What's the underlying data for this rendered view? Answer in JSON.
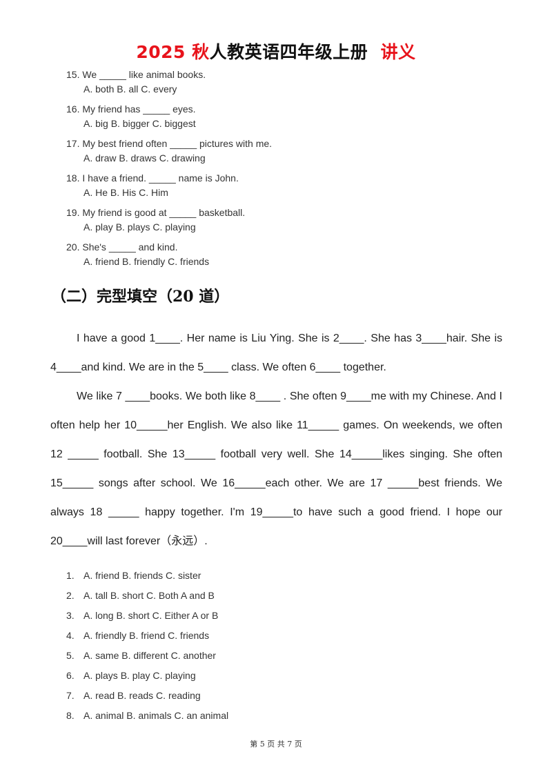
{
  "title": {
    "part1": "2025 秋",
    "part2": "人教英语四年级上册",
    "part3": "讲义"
  },
  "questions": [
    {
      "q": "15. We _____ like animal books.",
      "opts": "A. both B. all C. every"
    },
    {
      "q": "16. My friend has _____ eyes.",
      "opts": "A. big B. bigger C. biggest"
    },
    {
      "q": "17. My best friend often _____ pictures with me.",
      "opts": "A. draw B. draws C. drawing"
    },
    {
      "q": "18. I have a friend. _____ name is John.",
      "opts": "A. He B. His C. Him"
    },
    {
      "q": "19. My friend is good at _____ basketball.",
      "opts": "A. play B. plays C. playing"
    },
    {
      "q": "20. She's _____ and kind.",
      "opts": "A. friend B. friendly C. friends"
    }
  ],
  "section_heading": "（二）完型填空（20 道）",
  "passage": {
    "p1": "I have a good 1____. Her name is Liu Ying. She is 2____. She has 3____hair. She is 4____and kind. We are in the 5____ class. We often 6____ together.",
    "p2": "We like 7 ____books. We both like 8____ . She often 9____me with my Chinese. And I often help her 10_____her English. We also like 11_____ games. On weekends, we often 12 _____ football. She 13_____ football very well. She 14_____likes singing. She often 15_____ songs after school. We 16_____each other. We are 17 _____best friends. We always 18 _____ happy together. I'm 19_____to have such a good friend. I hope our 20____will last forever（永远）."
  },
  "options": [
    {
      "num": "1.",
      "text": "A. friend B. friends C. sister"
    },
    {
      "num": "2.",
      "text": "A. tall B. short C. Both A and B"
    },
    {
      "num": "3.",
      "text": "A. long B. short C. Either A or B"
    },
    {
      "num": "4.",
      "text": "A. friendly B. friend C. friends"
    },
    {
      "num": "5.",
      "text": "A. same B. different C. another"
    },
    {
      "num": "6.",
      "text": "A. plays B. play C. playing"
    },
    {
      "num": "7.",
      "text": "A. read B. reads C. reading"
    },
    {
      "num": "8.",
      "text": "A. animal B. animals C. an animal"
    }
  ],
  "footer": "第 5 页 共 7 页",
  "colors": {
    "title_accent": "#e8131b",
    "text": "#222222"
  }
}
